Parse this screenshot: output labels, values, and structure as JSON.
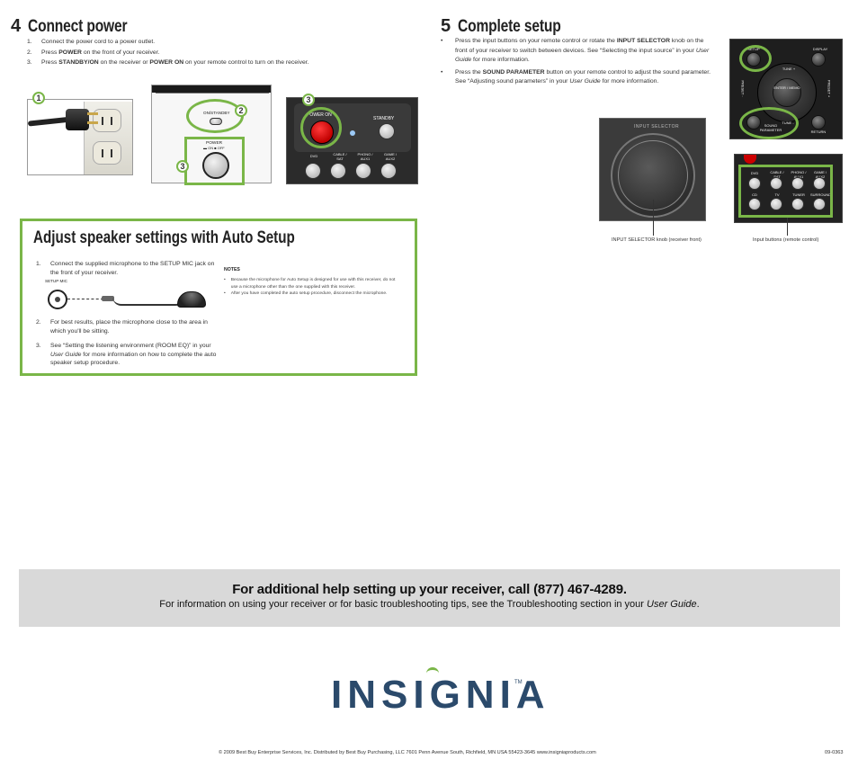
{
  "connect_power": {
    "number": "4",
    "title": "Connect power",
    "steps": [
      {
        "n": "1.",
        "a": "Connect the power cord to a power outlet.",
        "b1": "",
        "m": "",
        "b2": "",
        "e": ""
      },
      {
        "n": "2.",
        "a": "Press ",
        "b1": "POWER",
        "m": " on the front of your receiver.",
        "b2": "",
        "e": ""
      },
      {
        "n": "3.",
        "a": "Press ",
        "b1": "STANDBY/ON",
        "m": " on the receiver or ",
        "b2": "POWER ON",
        "e": " on your remote control to turn on the receiver."
      }
    ],
    "badges": [
      "1",
      "2",
      "3",
      "3"
    ],
    "receiver_labels": {
      "on_standby": "ON/STANDBY",
      "power": "POWER",
      "on_off": "▬ ON ■ OFF"
    },
    "remote_labels": {
      "power_on": "POWER ON",
      "standby": "STANDBY",
      "dvd": "DVD",
      "cable_sat": "CABLE / SAT",
      "phono_aux1": "PHONO / AUX1",
      "game_aux2": "GAME / AUX2"
    }
  },
  "complete_setup": {
    "number": "5",
    "title": "Complete setup",
    "bullet1": {
      "a": "Press the input buttons on your remote control or rotate the ",
      "b": "INPUT SELECTOR",
      "c": " knob on the front of your receiver to switch between devices. See “Selecting the input source” in your ",
      "i": "User Guide",
      "d": " for more information."
    },
    "bullet2": {
      "a": "Press the ",
      "b": "SOUND PARAMETER",
      "c": " button on your remote control to adjust the sound parameter. See “Adjusting sound parameters” in your ",
      "i": "User Guide",
      "d": " for more information."
    },
    "knob_label": "INPUT SELECTOR",
    "caption_knob": "INPUT SELECTOR knob (receiver front)",
    "caption_buttons": "Input buttons (remote control)",
    "remote_top_labels": {
      "setup": "SETUP",
      "display": "DISPLAY",
      "tune_up": "TUNE +",
      "enter": "ENTER / MEMO",
      "preset_minus": "PRESET -",
      "preset_plus": "PRESET +",
      "sound_param": "SOUND PARAMETER",
      "tune_down": "TUNE -",
      "return": "RETURN"
    },
    "remote_input_labels": [
      "DVD",
      "CABLE / SAT",
      "PHONO / AUX1",
      "GAME / AUX2",
      "CD",
      "TV",
      "TUNER",
      "SURROUND"
    ]
  },
  "auto_setup": {
    "title": "Adjust speaker settings with Auto Setup",
    "step1": {
      "n": "1.",
      "text": "Connect the supplied microphone to the SETUP MIC jack on the front of your receiver."
    },
    "mic_label": "SETUP MIC",
    "step2": {
      "n": "2.",
      "text": "For best results, place the microphone close to the area in which you'll be sitting."
    },
    "step3": {
      "n": "3.",
      "a": "See “Setting the listening environment (ROOM EQ)” in your ",
      "i": "User Guide",
      "b": " for more information on how to complete the auto speaker setup procedure."
    },
    "notes_title": "NOTES",
    "notes": [
      "Because the microphone for Auto Setup is designed for use with this receiver, do not use a microphone other than the one supplied with this receiver.",
      "After you have completed the auto setup procedure, disconnect the microphone."
    ]
  },
  "help": {
    "title": "For additional help setting up your receiver, call (877) 467-4289.",
    "sub_a": "For information on using your receiver or for basic troubleshooting tips, see the Troubleshooting section in your ",
    "sub_i": "User Guide",
    "sub_b": "."
  },
  "brand": {
    "logo": "INSIGNIA",
    "tm": "TM",
    "color": "#2b4a6b",
    "accent": "#7ab648"
  },
  "footer": {
    "copyright": "© 2009 Best Buy Enterprise Services, Inc.     Distributed by Best Buy Purchasing, LLC  7601 Penn Avenue South, Richfield, MN USA 55423-3645    www.insigniaproducts.com",
    "code": "09-0363"
  }
}
